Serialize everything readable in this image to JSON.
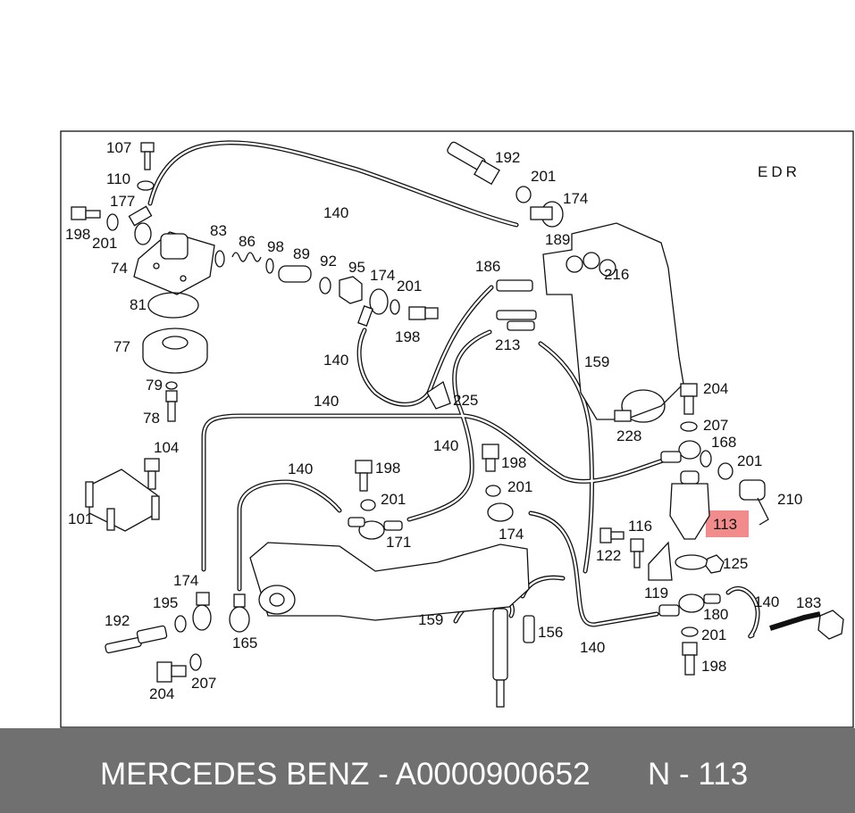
{
  "diagram": {
    "corner_label": "EDR",
    "highlight_color": "#f28b8b",
    "labels": [
      {
        "id": "107a",
        "text": "107"
      },
      {
        "id": "110a",
        "text": "110"
      },
      {
        "id": "177a",
        "text": "177"
      },
      {
        "id": "198a",
        "text": "198"
      },
      {
        "id": "201a",
        "text": "201"
      },
      {
        "id": "74a",
        "text": "74"
      },
      {
        "id": "140a",
        "text": "140"
      },
      {
        "id": "83a",
        "text": "83"
      },
      {
        "id": "86a",
        "text": "86"
      },
      {
        "id": "98a",
        "text": "98"
      },
      {
        "id": "89a",
        "text": "89"
      },
      {
        "id": "92a",
        "text": "92"
      },
      {
        "id": "95a",
        "text": "95"
      },
      {
        "id": "174a",
        "text": "174"
      },
      {
        "id": "201b",
        "text": "201"
      },
      {
        "id": "198b",
        "text": "198"
      },
      {
        "id": "81a",
        "text": "81"
      },
      {
        "id": "77a",
        "text": "77"
      },
      {
        "id": "79a",
        "text": "79"
      },
      {
        "id": "78a",
        "text": "78"
      },
      {
        "id": "140b",
        "text": "140"
      },
      {
        "id": "192a",
        "text": "192"
      },
      {
        "id": "201c",
        "text": "201"
      },
      {
        "id": "174b",
        "text": "174"
      },
      {
        "id": "189a",
        "text": "189"
      },
      {
        "id": "216a",
        "text": "216"
      },
      {
        "id": "186a",
        "text": "186"
      },
      {
        "id": "213a",
        "text": "213"
      },
      {
        "id": "159a",
        "text": "159"
      },
      {
        "id": "225a",
        "text": "225"
      },
      {
        "id": "140c",
        "text": "140"
      },
      {
        "id": "204a",
        "text": "204"
      },
      {
        "id": "228a",
        "text": "228"
      },
      {
        "id": "207a",
        "text": "207"
      },
      {
        "id": "168a",
        "text": "168"
      },
      {
        "id": "201d",
        "text": "201"
      },
      {
        "id": "210a",
        "text": "210"
      },
      {
        "id": "113a",
        "text": "113"
      },
      {
        "id": "104a",
        "text": "104"
      },
      {
        "id": "101a",
        "text": "101"
      },
      {
        "id": "140d",
        "text": "140"
      },
      {
        "id": "198c",
        "text": "198"
      },
      {
        "id": "201e",
        "text": "201"
      },
      {
        "id": "171a",
        "text": "171"
      },
      {
        "id": "140e",
        "text": "140"
      },
      {
        "id": "198d",
        "text": "198"
      },
      {
        "id": "201f",
        "text": "201"
      },
      {
        "id": "174c",
        "text": "174"
      },
      {
        "id": "116a",
        "text": "116"
      },
      {
        "id": "122a",
        "text": "122"
      },
      {
        "id": "125a",
        "text": "125"
      },
      {
        "id": "119a",
        "text": "119"
      },
      {
        "id": "140f",
        "text": "140"
      },
      {
        "id": "183a",
        "text": "183"
      },
      {
        "id": "180a",
        "text": "180"
      },
      {
        "id": "201g",
        "text": "201"
      },
      {
        "id": "198e",
        "text": "198"
      },
      {
        "id": "174d",
        "text": "174"
      },
      {
        "id": "195a",
        "text": "195"
      },
      {
        "id": "192b",
        "text": "192"
      },
      {
        "id": "165a",
        "text": "165"
      },
      {
        "id": "159b",
        "text": "159"
      },
      {
        "id": "156a",
        "text": "156"
      },
      {
        "id": "140g",
        "text": "140"
      },
      {
        "id": "204b",
        "text": "204"
      },
      {
        "id": "207b",
        "text": "207"
      }
    ]
  },
  "footer": {
    "brand_part": "MERCEDES BENZ - A0000900652",
    "position_part": "N - 113"
  }
}
